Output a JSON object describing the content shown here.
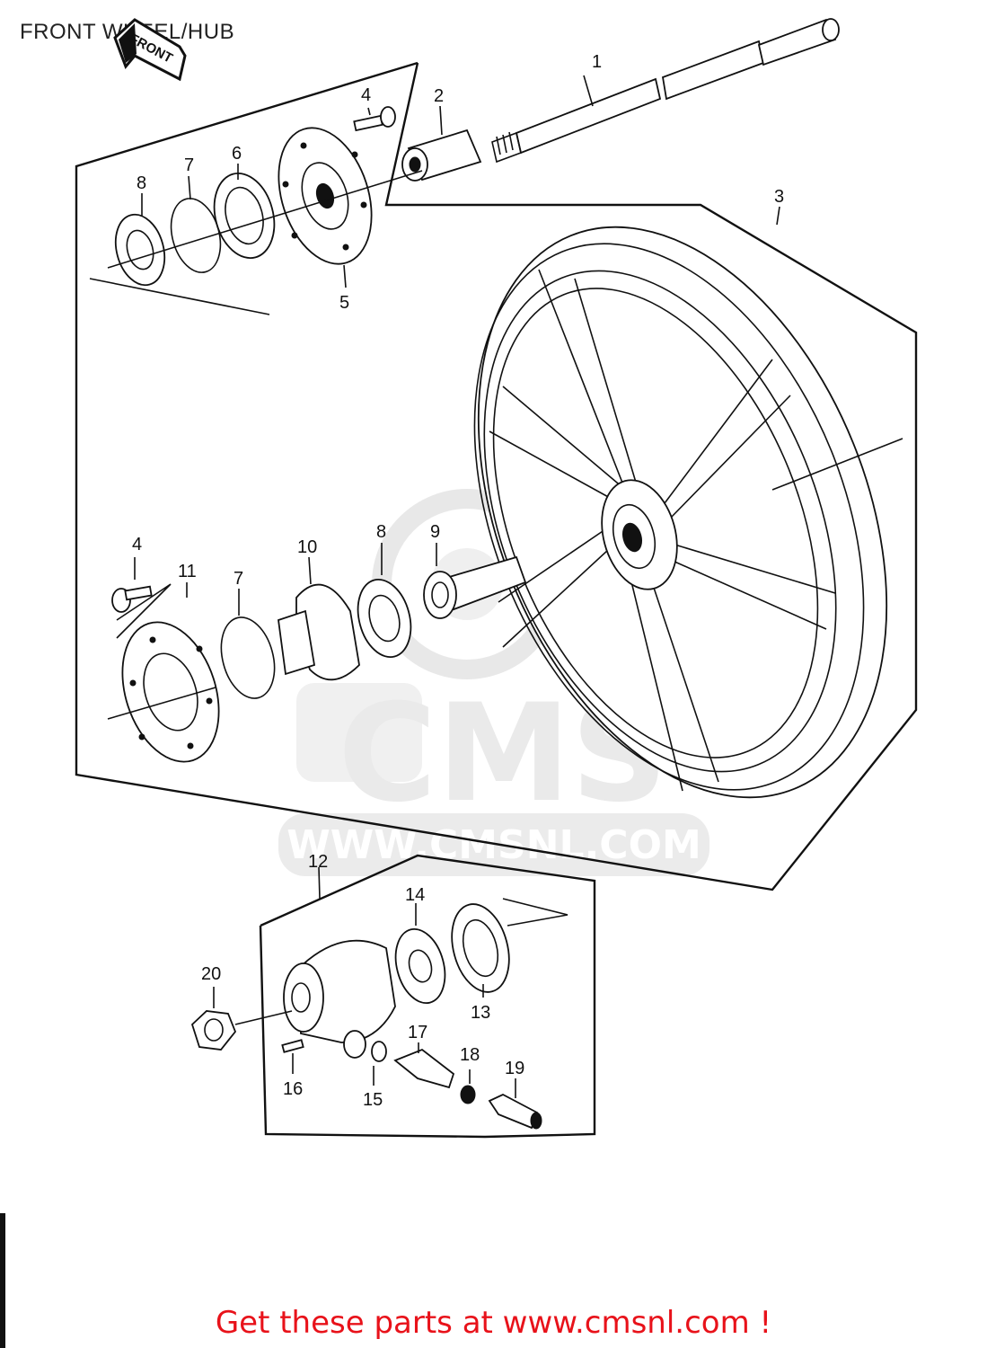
{
  "page": {
    "title": "FRONT WHEEL/HUB",
    "footer_text": "Get these parts at www.cmsnl.com !"
  },
  "arrow": {
    "label": "FRONT"
  },
  "watermark": {
    "text": "CMS",
    "url_text": "WWW.CMSNL.COM"
  },
  "parts": [
    {
      "id": "1",
      "label": "1"
    },
    {
      "id": "2",
      "label": "2"
    },
    {
      "id": "3",
      "label": "3"
    },
    {
      "id": "4a",
      "label": "4"
    },
    {
      "id": "4b",
      "label": "4"
    },
    {
      "id": "5",
      "label": "5"
    },
    {
      "id": "6",
      "label": "6"
    },
    {
      "id": "7a",
      "label": "7"
    },
    {
      "id": "7b",
      "label": "7"
    },
    {
      "id": "8a",
      "label": "8"
    },
    {
      "id": "8b",
      "label": "8"
    },
    {
      "id": "9",
      "label": "9"
    },
    {
      "id": "10",
      "label": "10"
    },
    {
      "id": "11",
      "label": "11"
    },
    {
      "id": "12",
      "label": "12"
    },
    {
      "id": "13",
      "label": "13"
    },
    {
      "id": "14",
      "label": "14"
    },
    {
      "id": "15",
      "label": "15"
    },
    {
      "id": "16",
      "label": "16"
    },
    {
      "id": "17",
      "label": "17"
    },
    {
      "id": "18",
      "label": "18"
    },
    {
      "id": "19",
      "label": "19"
    },
    {
      "id": "20",
      "label": "20"
    }
  ],
  "colors": {
    "ink": "#111111",
    "footer": "#e8121a",
    "watermark": "#dcdcdc"
  }
}
